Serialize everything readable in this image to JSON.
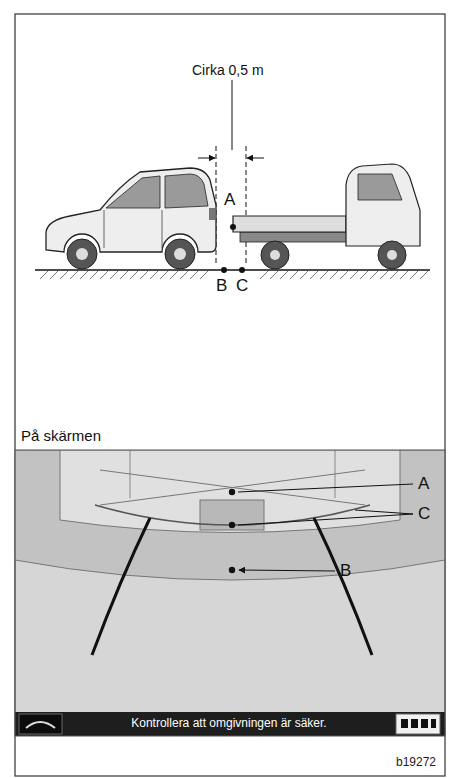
{
  "diagram": {
    "labels": [
      "Cirka 0,5 m",
      "A",
      "B",
      "C",
      "På skärmen",
      "A",
      "C",
      "B",
      "Kontrollera att omgivningen är säker.",
      "b19272"
    ]
  }
}
